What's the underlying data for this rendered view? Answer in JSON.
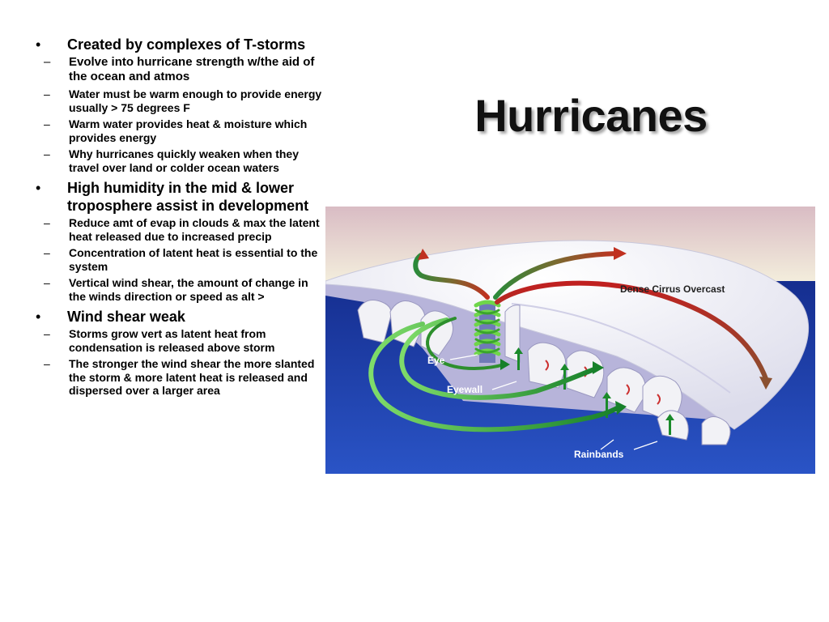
{
  "slide": {
    "title": "Hurricanes",
    "bullet_marker": "•",
    "sub_marker": "–",
    "bullets": [
      {
        "text": "Created by complexes of T-storms",
        "subs": [
          "Evolve into hurricane strength w/the aid of the ocean and atmos",
          "Water must be warm enough to provide energy usually > 75 degrees F",
          "Warm water provides heat & moisture which provides energy",
          "Why hurricanes quickly weaken when they travel over land or colder ocean waters"
        ]
      },
      {
        "text": "High humidity in the mid & lower troposphere assist in development",
        "subs": [
          "Reduce amt of evap in clouds & max the latent heat released due to increased precip",
          "Concentration of latent heat is essential to the system",
          "Vertical wind shear, the amount of change in the winds direction or speed as alt >"
        ]
      },
      {
        "text": "Wind shear weak",
        "subs": [
          "Storms grow vert as latent heat from condensation is released above storm",
          "The stronger the wind shear the more slanted the storm & more latent heat is released and dispersed over a larger area"
        ]
      }
    ]
  },
  "diagram": {
    "labels": {
      "cirrus": "Dense Cirrus Overcast",
      "eye": "Eye",
      "eyewall": "Eyewall",
      "rainbands": "Rainbands"
    },
    "colors": {
      "sky_top": "#d9bcc4",
      "sky_bottom": "#f3eddc",
      "ocean_top": "#0d1f7a",
      "ocean_bottom": "#2a54c6",
      "cloud": "#f4f4f8",
      "cloud_shadow": "#b6b2d8",
      "warm_arrow": "#c03020",
      "cool_arrow": "#1a8a2a"
    }
  }
}
